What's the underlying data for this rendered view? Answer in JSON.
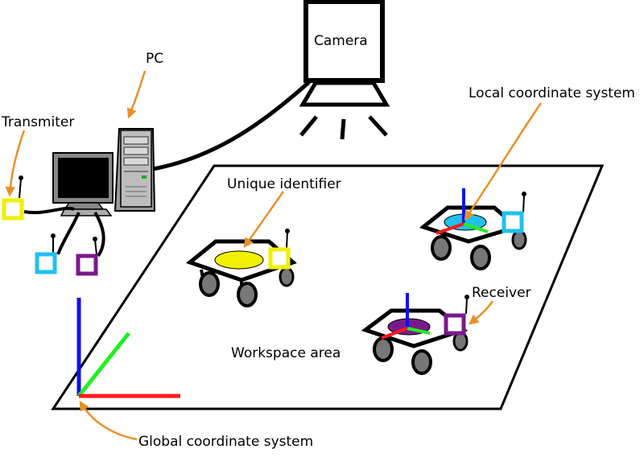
{
  "labels": {
    "camera": "Camera",
    "pc": "PC",
    "transmitter": "Transmiter",
    "local_coord": "Local coordinate system",
    "unique_id": "Unique identifier",
    "receiver": "Receiver",
    "workspace": "Workspace area",
    "global_coord": "Global coordinate system"
  },
  "colors": {
    "arrow": "#e8902a",
    "axis_x": "#ff1a1a",
    "axis_y": "#22ee22",
    "axis_z": "#1010ee",
    "yellow": "#f0f000",
    "cyan": "#20c0f0",
    "purple": "#7a1a8a",
    "wheel": "#777777"
  }
}
